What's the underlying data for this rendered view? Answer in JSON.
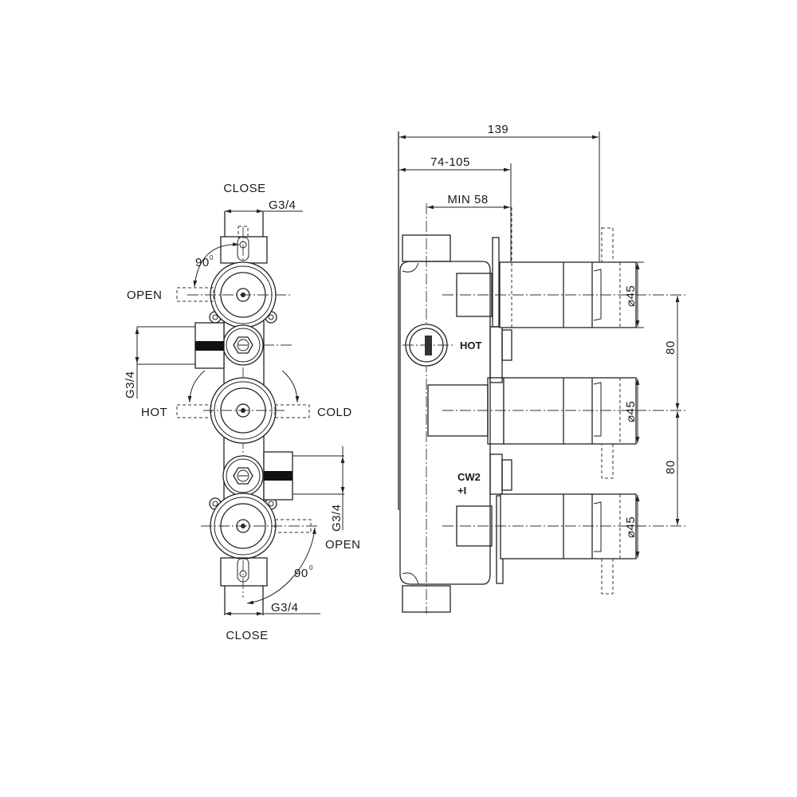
{
  "front_view": {
    "top_close": "CLOSE",
    "top_thread": "G3/4",
    "top_angle": "90",
    "top_open": "OPEN",
    "left_thread": "G3/4",
    "hot": "HOT",
    "cold": "COLD",
    "right_thread": "G3/4",
    "bottom_open": "OPEN",
    "bottom_angle": "90",
    "bottom_thread": "G3/4",
    "bottom_close": "CLOSE"
  },
  "side_view": {
    "overall_depth": "139",
    "depth_range": "74-105",
    "min_depth": "MIN 58",
    "hot_label": "HOT",
    "cw_label": "CW2",
    "cw_sub": "+I",
    "diameters": [
      "⌀45",
      "⌀45",
      "⌀45"
    ],
    "spacing": [
      "80",
      "80"
    ]
  }
}
